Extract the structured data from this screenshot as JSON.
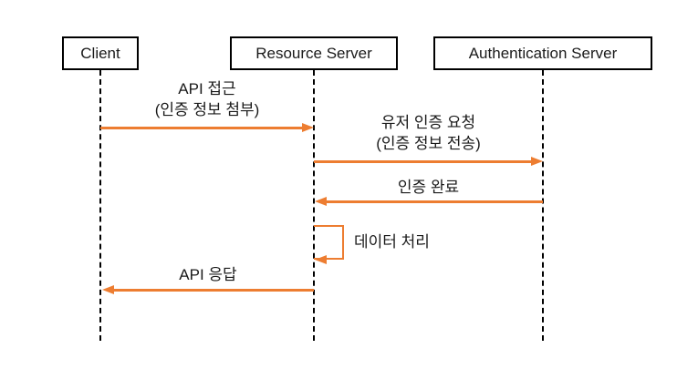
{
  "diagram": {
    "type": "sequence-diagram",
    "colors": {
      "arrow": "#ED7D31",
      "line": "#000000",
      "background": "#ffffff"
    },
    "actors": [
      {
        "id": "client",
        "label": "Client"
      },
      {
        "id": "resource-server",
        "label": "Resource Server"
      },
      {
        "id": "auth-server",
        "label": "Authentication Server"
      }
    ],
    "messages": [
      {
        "from": "Client",
        "to": "Resource Server",
        "line1": "API 접근",
        "line2": "(인증 정보 첨부)"
      },
      {
        "from": "Resource Server",
        "to": "Authentication Server",
        "line1": "유저 인증 요청",
        "line2": "(인증 정보 전송)"
      },
      {
        "from": "Authentication Server",
        "to": "Resource Server",
        "line1": "인증 완료"
      },
      {
        "from": "Resource Server",
        "to": "Resource Server",
        "self_message": true,
        "line1": "데이터 처리"
      },
      {
        "from": "Resource Server",
        "to": "Client",
        "line1": "API 응답"
      }
    ]
  }
}
